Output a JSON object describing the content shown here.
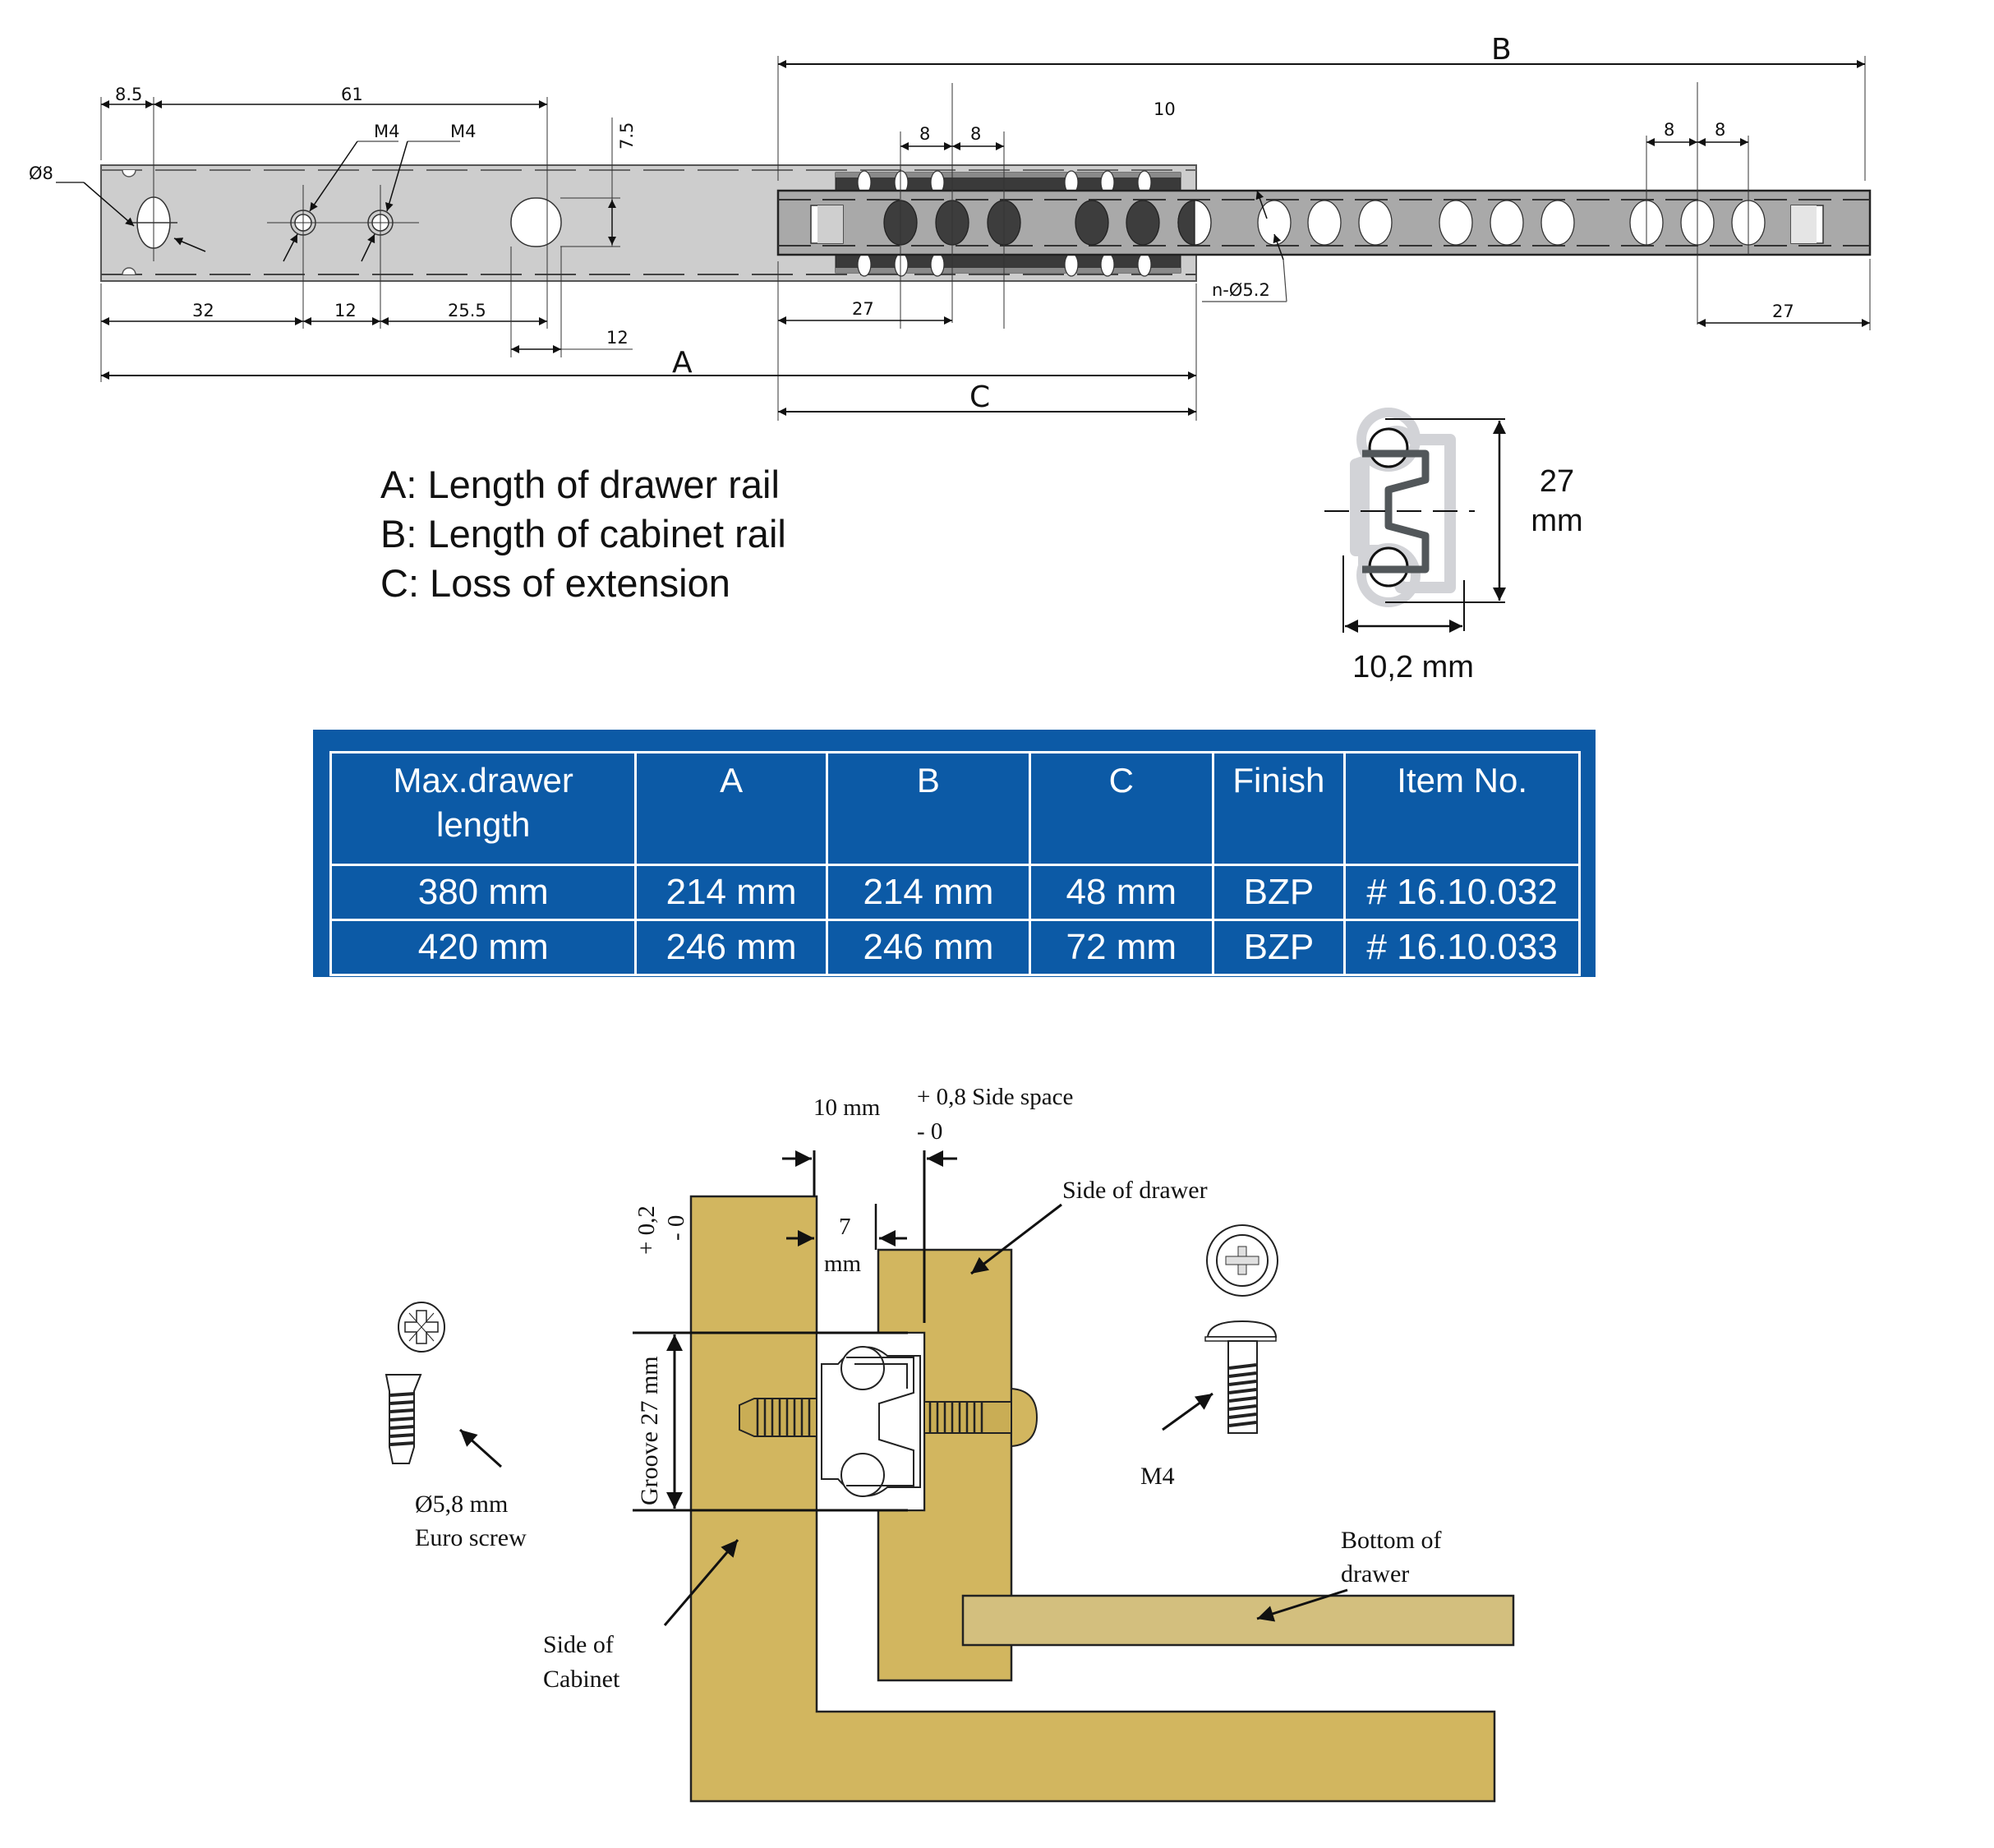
{
  "rail_drawing": {
    "dimensions": {
      "d_8_5": "8.5",
      "d_61": "61",
      "m4_left": "M4",
      "m4_right": "M4",
      "phi8": "Ø8",
      "d_7_5": "7.5",
      "d_32": "32",
      "d_12_a": "12",
      "d_25_5": "25.5",
      "d_12_b": "12",
      "label_A": "A",
      "label_B": "B",
      "label_C": "C",
      "d_10": "10",
      "d_8_l1": "8",
      "d_8_l2": "8",
      "d_8_r1": "8",
      "d_8_r2": "8",
      "d_27_l": "27",
      "d_27_r": "27",
      "hole_note": "n-Ø5.2"
    },
    "colors": {
      "drawer_rail": "#cdcdcd",
      "cabinet_rail": "#a9a9a9",
      "ball_cage": "#3a3a3a",
      "ball": "#3d3d3d"
    }
  },
  "legend": {
    "items": [
      "A: Length of drawer rail",
      "B: Length of cabinet rail",
      "C: Loss of extension"
    ]
  },
  "profile": {
    "height_value": "27",
    "height_unit": "mm",
    "width_label": "10,2 mm"
  },
  "spec_table": {
    "background": "#0c5aa6",
    "headers": [
      "Max.drawer length",
      "A",
      "B",
      "C",
      "Finish",
      "Item No."
    ],
    "header_lines": [
      [
        "Max.drawer",
        "length"
      ],
      [
        "A"
      ],
      [
        "B"
      ],
      [
        "C"
      ],
      [
        "Finish"
      ],
      [
        "Item No."
      ]
    ],
    "rows": [
      [
        "380 mm",
        "214 mm",
        "214 mm",
        "48 mm",
        "BZP",
        "# 16.10.032"
      ],
      [
        "420 mm",
        "246 mm",
        "246 mm",
        "72 mm",
        "BZP",
        "# 16.10.033"
      ]
    ]
  },
  "installation": {
    "wood_color": "#d2b65f",
    "bottom_color": "#d3bf7e",
    "side_gap_value": "10 mm",
    "side_space_tol_plus": "+ 0,8 Side space",
    "side_space_tol_minus": "- 0",
    "groove_depth_value": "7",
    "groove_depth_unit": "mm",
    "groove_tol_plus": "+ 0,2",
    "groove_tol_minus": "- 0",
    "groove_label": "Groove 27 mm",
    "side_of_drawer": "Side of drawer",
    "side_of_cabinet_1": "Side of",
    "side_of_cabinet_2": "Cabinet",
    "bottom_of_drawer_1": "Bottom of",
    "bottom_of_drawer_2": "drawer",
    "euro_screw_1": "Ø5,8 mm",
    "euro_screw_2": "Euro screw",
    "m4_screw": "M4"
  }
}
